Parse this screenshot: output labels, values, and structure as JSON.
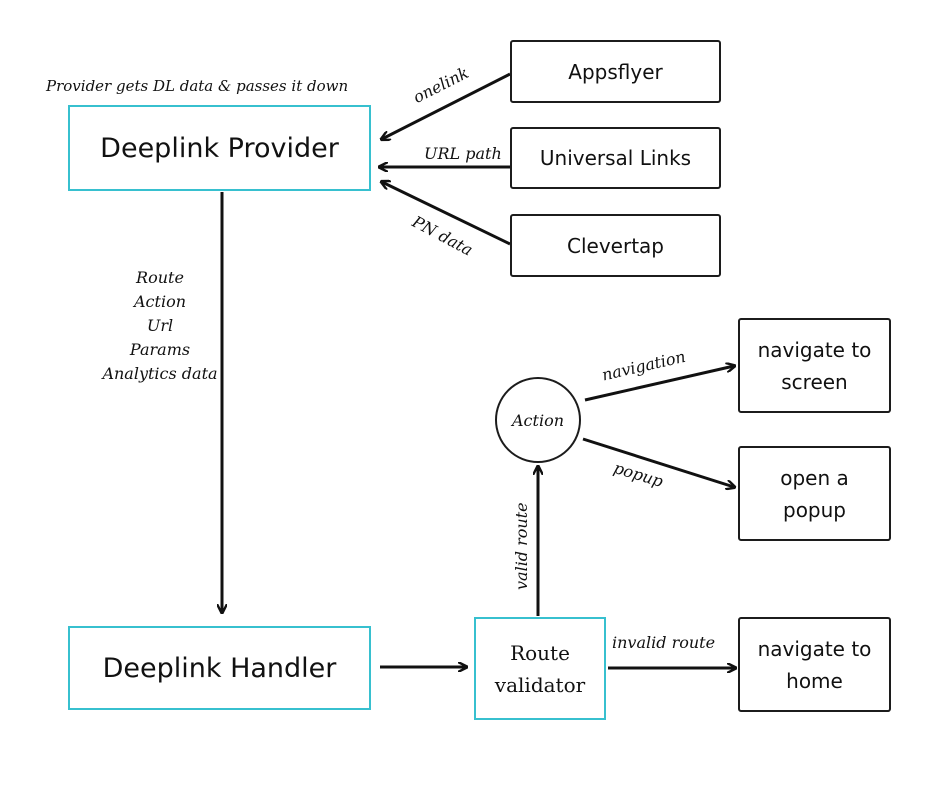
{
  "annotations": {
    "provider_note": "Provider gets DL data & passes it down"
  },
  "nodes": {
    "deeplink_provider": "Deeplink Provider",
    "deeplink_handler": "Deeplink Handler",
    "appsflyer": "Appsflyer",
    "universal_links": "Universal Links",
    "clevertap": "Clevertap",
    "route_validator_line1": "Route",
    "route_validator_line2": "validator",
    "action": "Action",
    "navigate_screen_line1": "navigate to",
    "navigate_screen_line2": "screen",
    "open_popup_line1": "open a",
    "open_popup_line2": "popup",
    "navigate_home_line1": "navigate to",
    "navigate_home_line2": "home"
  },
  "edges": {
    "onelink": "onelink",
    "url_path": "URL path",
    "pn_data": "PN data",
    "navigation": "navigation",
    "popup": "popup",
    "valid_route": "valid route",
    "invalid_route": "invalid route"
  },
  "payload_fields": [
    "Route",
    "Action",
    "Url",
    "Params",
    "Analytics data"
  ],
  "colors": {
    "accent_border": "#37c0cf",
    "box_border": "#1c1c1c",
    "arrow": "#111111"
  }
}
